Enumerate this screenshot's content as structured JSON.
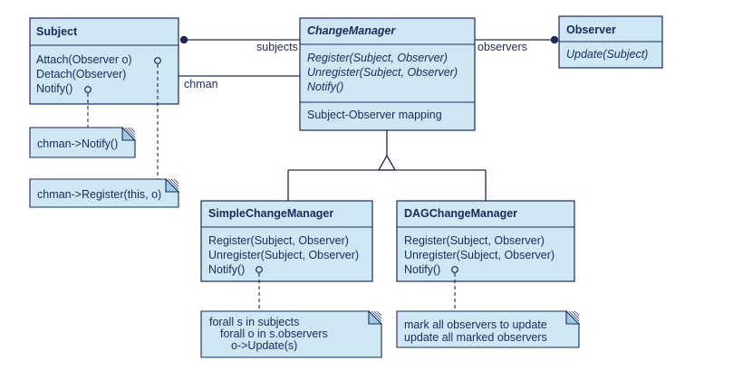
{
  "classes": {
    "subject": {
      "name": "Subject",
      "ops": [
        "Attach(Observer o)",
        "Detach(Observer)",
        "Notify()"
      ]
    },
    "changemanager": {
      "name": "ChangeManager",
      "ops": [
        "Register(Subject, Observer)",
        "Unregister(Subject, Observer)",
        "Notify()"
      ],
      "attrs": [
        "Subject-Observer mapping"
      ]
    },
    "observer": {
      "name": "Observer",
      "ops": [
        "Update(Subject)"
      ]
    },
    "simple": {
      "name": "SimpleChangeManager",
      "ops": [
        "Register(Subject, Observer)",
        "Unregister(Subject, Observer)",
        "Notify()"
      ]
    },
    "dag": {
      "name": "DAGChangeManager",
      "ops": [
        "Register(Subject, Observer)",
        "Unregister(Subject, Observer)",
        "Notify()"
      ]
    }
  },
  "associations": {
    "subjects": "subjects",
    "observers": "observers",
    "chman": "chman"
  },
  "notes": {
    "subject_notify": [
      "chman->Notify()"
    ],
    "subject_register": [
      "chman->Register(this, o)"
    ],
    "simple_notify": [
      "forall s in subjects",
      "forall o in s.observers",
      "o->Update(s)"
    ],
    "dag_notify": [
      "mark all observers to update",
      "update all marked observers"
    ]
  }
}
